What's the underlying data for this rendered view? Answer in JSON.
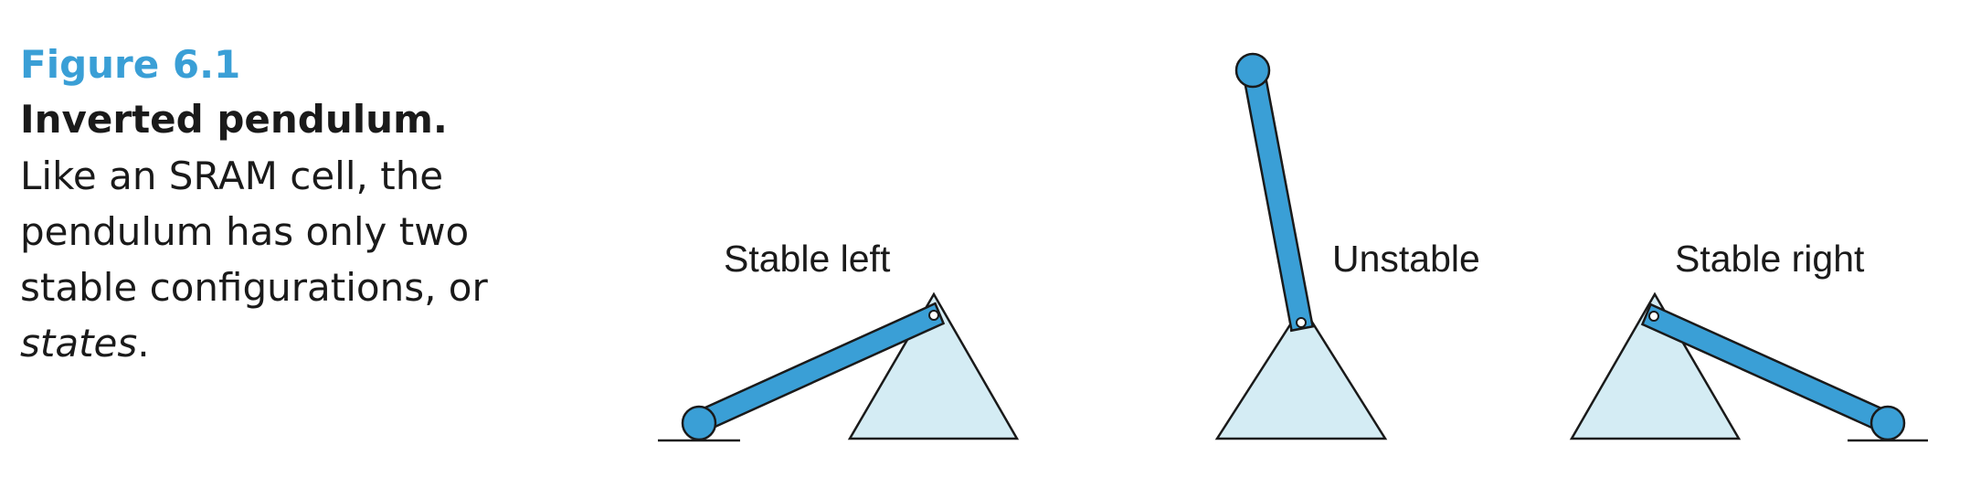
{
  "caption": {
    "number": "Figure 6.1",
    "title": "Inverted pendulum.",
    "body_before": "Like an SRAM cell, the pendulum has only two stable configurations, or ",
    "body_emphasis": "states",
    "body_after": "."
  },
  "states": [
    {
      "label": "Stable left"
    },
    {
      "label": "Unstable"
    },
    {
      "label": "Stable right"
    }
  ],
  "colors": {
    "caption_number": "#3a9fd6",
    "rod_fill": "#3a9fd6",
    "triangle_fill": "#d4ecf4",
    "stroke": "#1a1a1a"
  }
}
